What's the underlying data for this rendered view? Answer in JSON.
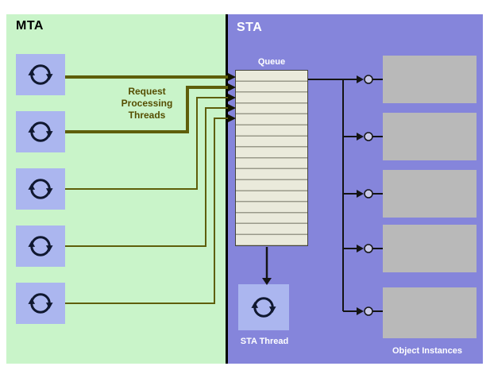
{
  "diagram": {
    "mta_label": "MTA",
    "sta_label": "STA",
    "queue_label": "Queue",
    "request_threads_label": "Request\nProcessing\nThreads",
    "sta_thread_label": "STA Thread",
    "object_instances_label": "Object Instances",
    "mta_thread_count": 5,
    "object_instance_count": 5
  },
  "colors": {
    "mta_background": "#c9f4c9",
    "sta_background": "#8585db",
    "thread_box": "#abb6ef",
    "queue_fill": "#eaeadb",
    "object_box": "#b9b9b9",
    "request_line": "#5e5e0a",
    "connector_line": "#141414",
    "request_label_text": "#554d00"
  }
}
